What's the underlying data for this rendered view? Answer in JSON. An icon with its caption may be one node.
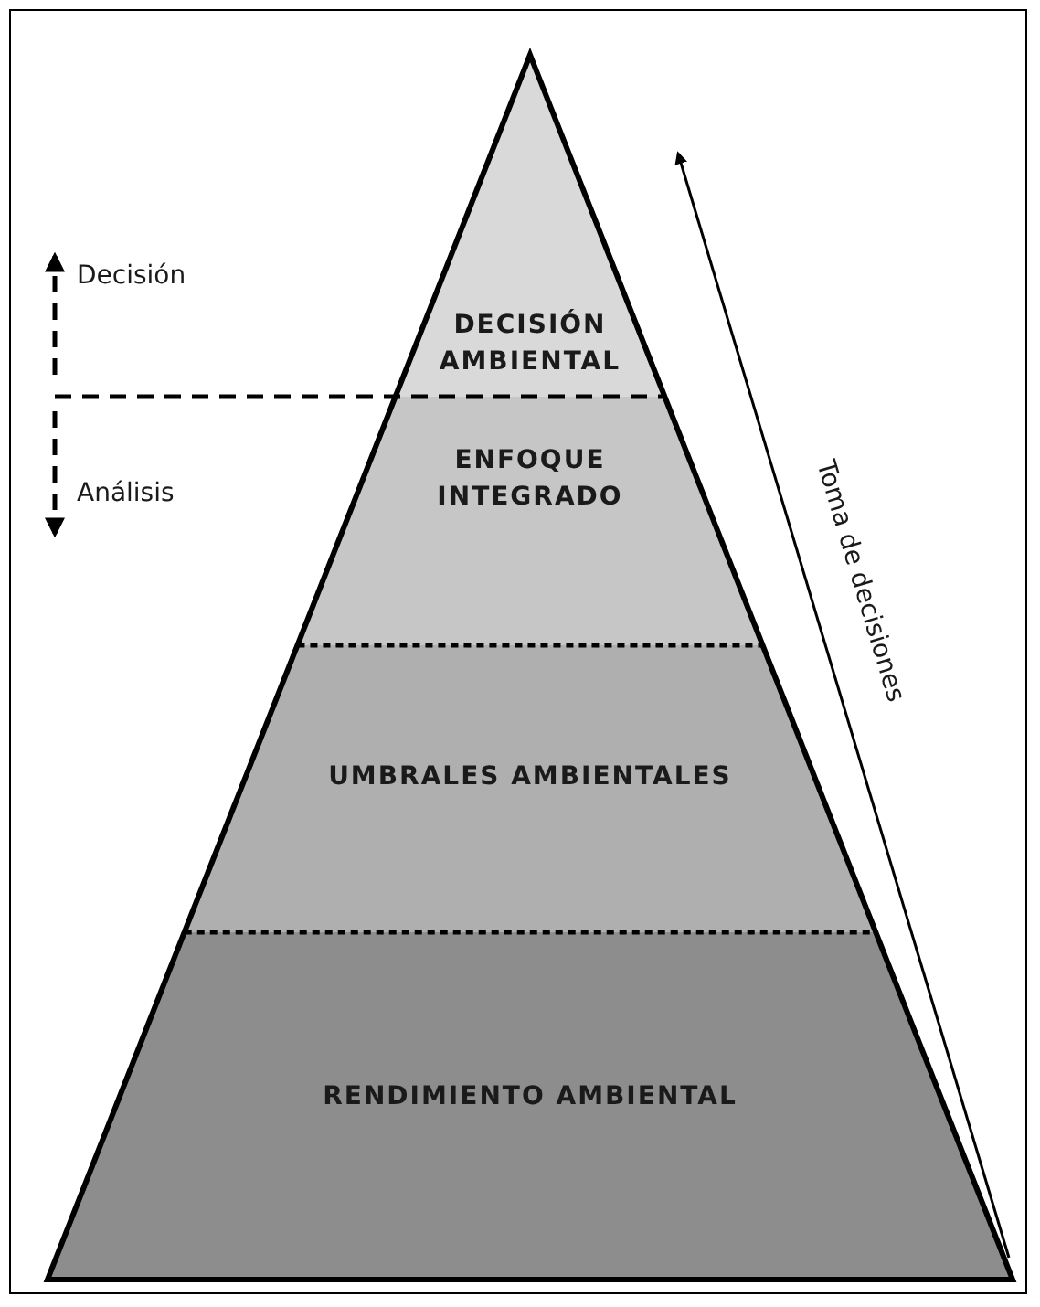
{
  "diagram": {
    "nodes": [
      {
        "text": [
          "DECISIÓN AMBIENTAL"
        ]
      },
      {
        "text": [
          "ENFOQUE INTEGRADO"
        ]
      },
      {
        "text": [
          "UMBRALES AMBIENTALES"
        ]
      },
      {
        "text": [
          "RENDIMIENTO AMBIENTAL"
        ]
      }
    ],
    "edges": [],
    "labels": [
      "Decisión",
      "Análisis",
      "Toma de decisiones"
    ]
  }
}
